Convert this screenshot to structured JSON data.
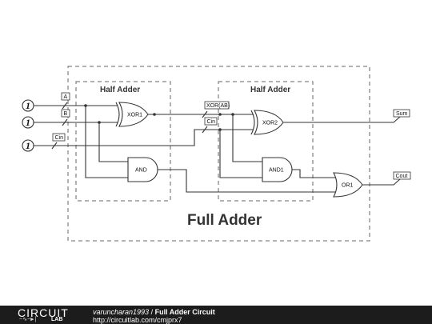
{
  "diagram": {
    "title": "Full Adder",
    "half_adder_1": "Half Adder",
    "half_adder_2": "Half Adder",
    "inputs": [
      {
        "value": "1",
        "label": "A"
      },
      {
        "value": "1",
        "label": "B"
      },
      {
        "value": "1",
        "label": "Cin"
      }
    ],
    "gates": {
      "xor1": "XOR1",
      "and": "AND",
      "xor2": "XOR2",
      "and1": "AND1",
      "or1": "OR1"
    },
    "net_labels": {
      "xor_ab": "XOR(AB)",
      "cin_inner": "Cin"
    },
    "outputs": {
      "sum": "Sum",
      "cout": "Cout"
    }
  },
  "footer": {
    "logo_top": "CIRCUIT",
    "logo_bottom": "LAB",
    "author": "varuncharan1993",
    "separator": " / ",
    "circuit_name": "Full Adder Circuit",
    "url": "http://circuitlab.com/cmjprx7"
  }
}
